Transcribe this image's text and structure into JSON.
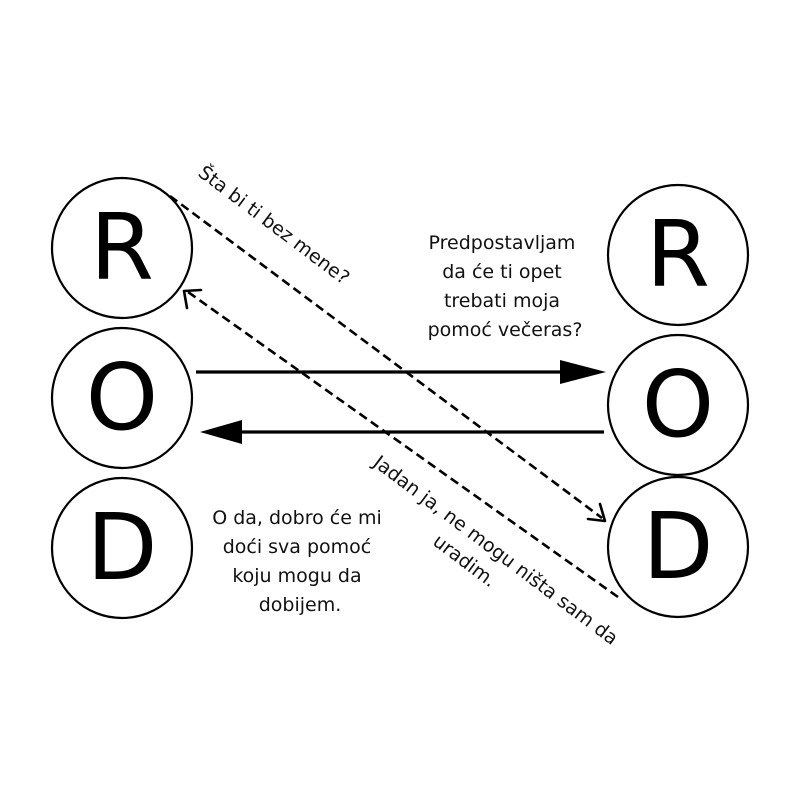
{
  "diagram": {
    "left_column": [
      "R",
      "O",
      "D"
    ],
    "right_column": [
      "R",
      "O",
      "D"
    ],
    "labels": {
      "top_right": [
        "Predpostavljam",
        "da će ti opet",
        "trebati moja",
        "pomoć večeras?"
      ],
      "diagonal_top": "Šta bi ti bez mene?",
      "diagonal_bottom": [
        "Jadan ja, ne mogu ništa sam da",
        "uradim."
      ],
      "bottom_left": [
        "O da, dobro će mi",
        "doći sva pomoć",
        "koju mogu da",
        "dobijem."
      ]
    },
    "colors": {
      "stroke": "#000000",
      "text": "#111111",
      "background": "#ffffff"
    }
  }
}
